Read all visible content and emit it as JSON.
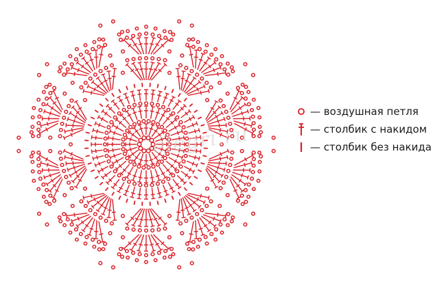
{
  "colors": {
    "symbol": "#d91e26",
    "text": "#1a1a1a",
    "watermark": "#c8c8c8"
  },
  "legend": [
    {
      "icon": "chain-stitch-icon",
      "label": "— воздушная петля"
    },
    {
      "icon": "double-crochet-icon",
      "label": "— столбик с накидом"
    },
    {
      "icon": "single-crochet-icon",
      "label": "— столбик без накида"
    }
  ],
  "watermark": "elegri.ru"
}
